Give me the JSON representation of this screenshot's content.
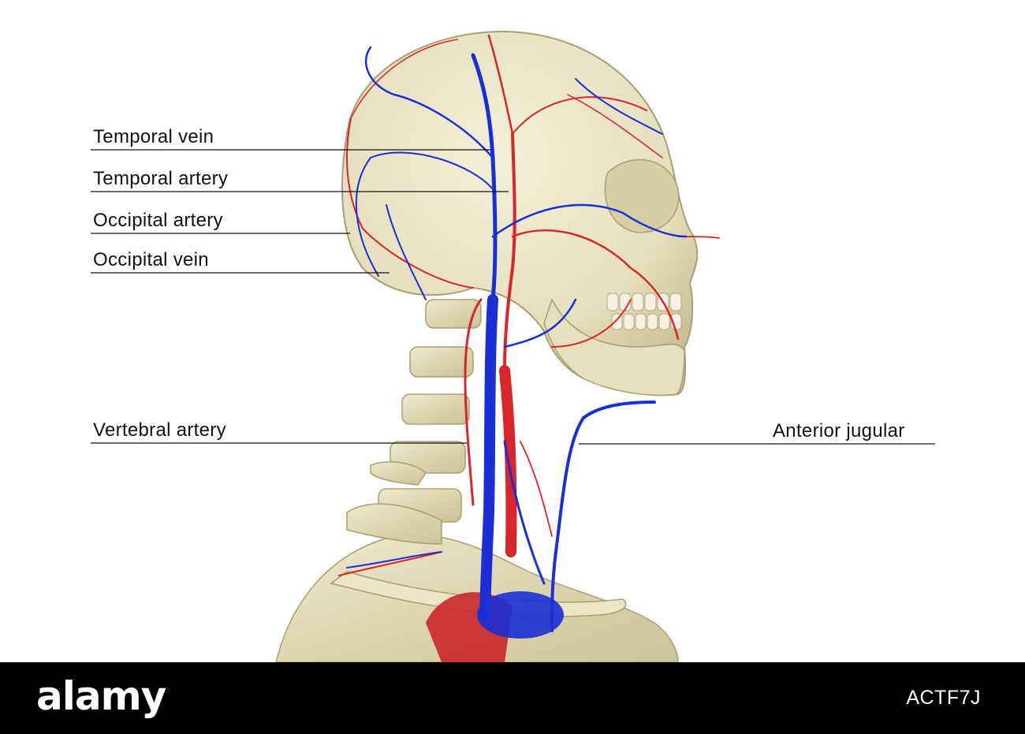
{
  "labels": {
    "temporal_vein": "Temporal vein",
    "temporal_artery": "Temporal artery",
    "occipital_artery": "Occipital artery",
    "occipital_vein": "Occipital vein",
    "vertebral_artery": "Vertebral artery",
    "anterior_jugular": "Anterior jugular"
  },
  "footer": {
    "logo": "alamy",
    "image_id": "ACTF7J"
  },
  "colors": {
    "bone": "#e8e2c2",
    "bone_shadow": "#cfc79f",
    "vein": "#1a2fd6",
    "artery": "#d8262a",
    "footer_bg": "#000000"
  }
}
